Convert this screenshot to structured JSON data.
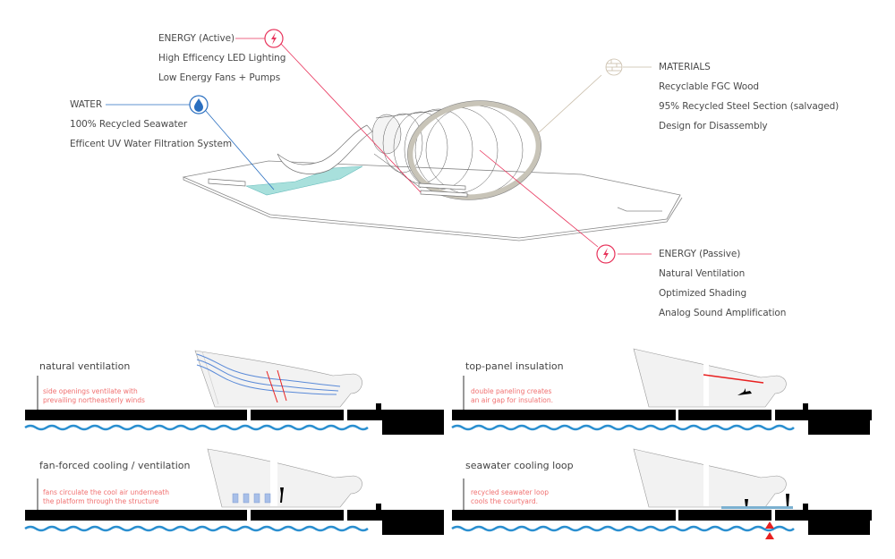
{
  "callouts": {
    "energy_active": {
      "heading": "ENERGY (Active)",
      "items": [
        "High Efficency LED Lighting",
        "Low Energy Fans + Pumps"
      ],
      "icon": "lightning-bolt-icon",
      "color": "#e8345c"
    },
    "water": {
      "heading": "WATER",
      "items": [
        "100% Recycled Seawater",
        "Efficent UV Water Filtration System"
      ],
      "icon": "water-drop-icon",
      "color": "#2a6fc0"
    },
    "materials": {
      "heading": "MATERIALS",
      "items": [
        "Recyclable FGC Wood",
        "95% Recycled Steel Section  (salvaged)",
        "Design for Disassembly"
      ],
      "icon": "wood-grain-icon",
      "color": "#c8bca8"
    },
    "energy_passive": {
      "heading": "ENERGY (Passive)",
      "items": [
        "Natural Ventilation",
        "Optimized Shading",
        "Analog Sound Amplification"
      ],
      "icon": "lightning-bolt-icon",
      "color": "#e8345c"
    }
  },
  "sections": [
    {
      "title": "natural ventilation",
      "note": [
        "side openings ventilate with",
        "prevailing northeasterly winds"
      ]
    },
    {
      "title": "top-panel insulation",
      "note": [
        "double paneling creates",
        "an air gap for insulation."
      ]
    },
    {
      "title": "fan-forced cooling / ventilation",
      "note": [
        "fans circulate the cool air underneath",
        "the platform through the structure"
      ]
    },
    {
      "title": "seawater cooling loop",
      "note": [
        "recycled seawater loop",
        "cools the courtyard."
      ]
    }
  ],
  "colors": {
    "water_wave": "#2a8fd0",
    "pool": "#a8e0dc",
    "note_text": "#f07070",
    "accent_red": "#e82020"
  }
}
